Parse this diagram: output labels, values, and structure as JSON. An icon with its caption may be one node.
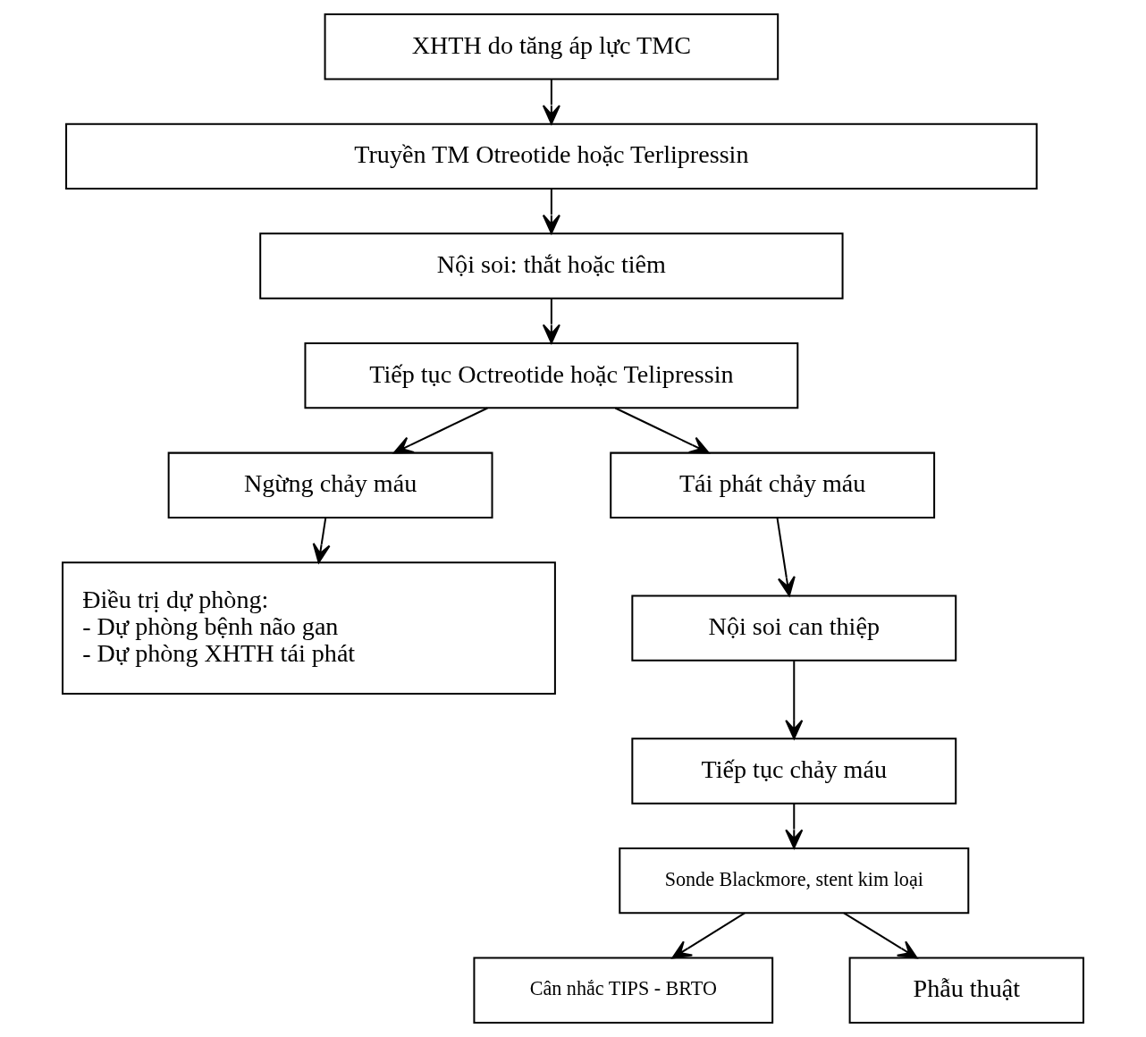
{
  "diagram": {
    "nodes": [
      {
        "text": [
          "XHTH do tăng áp lực TMC"
        ]
      },
      {
        "text": [
          "Truyền TM Otreotide hoặc Terlipressin"
        ]
      },
      {
        "text": [
          "Nội soi: thắt hoặc tiêm"
        ]
      },
      {
        "text": [
          "Tiếp tục Octreotide hoặc Telipressin"
        ]
      },
      {
        "text": [
          "Ngừng chảy máu"
        ]
      },
      {
        "text": [
          "Tái phát chảy máu"
        ]
      },
      {
        "text": [
          "Điều trị dự phòng:",
          "- Dự phòng bệnh não gan",
          "- Dự phòng XHTH tái phát"
        ]
      },
      {
        "text": [
          "Nội soi can thiệp"
        ]
      },
      {
        "text": [
          "Tiếp tục chảy máu"
        ]
      },
      {
        "text": [
          "Sonde Blackmore, stent kim loại"
        ]
      },
      {
        "text": [
          "Cân nhắc TIPS - BRTO"
        ]
      },
      {
        "text": [
          "Phẫu thuật"
        ]
      }
    ],
    "edges": [
      {
        "from": 0,
        "to": 1,
        "arrow": "to"
      },
      {
        "from": 1,
        "to": 2,
        "arrow": "to"
      },
      {
        "from": 2,
        "to": 3,
        "arrow": "to"
      },
      {
        "from": 3,
        "to": 4,
        "arrow": "to"
      },
      {
        "from": 3,
        "to": 5,
        "arrow": "to"
      },
      {
        "from": 4,
        "to": 6,
        "arrow": "to"
      },
      {
        "from": 5,
        "to": 7,
        "arrow": "to"
      },
      {
        "from": 7,
        "to": 8,
        "arrow": "to"
      },
      {
        "from": 8,
        "to": 9,
        "arrow": "to"
      },
      {
        "from": 9,
        "to": 10,
        "arrow": "to"
      },
      {
        "from": 9,
        "to": 11,
        "arrow": "to"
      }
    ]
  }
}
